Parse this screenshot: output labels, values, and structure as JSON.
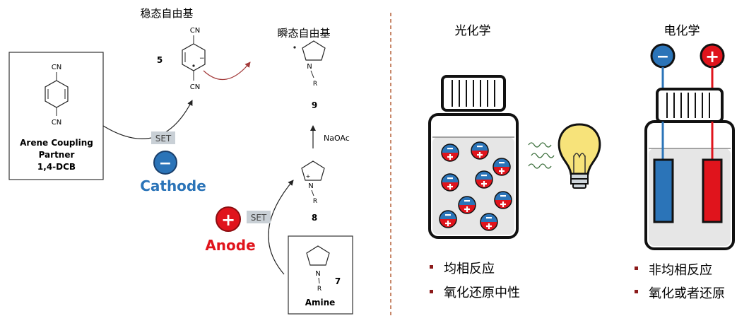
{
  "left_panel": {
    "stable_radical_label": "稳态自由基",
    "transient_radical_label": "瞬态自由基",
    "arene_box": {
      "cn_top": "CN",
      "cn_bottom": "CN",
      "title_line1": "Arene Coupling",
      "title_line2": "Partner",
      "title_line3": "1,4-DCB"
    },
    "compound_5": {
      "number": "5",
      "cn_top": "CN",
      "cn_bottom": "CN"
    },
    "compound_9": {
      "number": "9",
      "n_label": "N",
      "r_label": "R"
    },
    "compound_8": {
      "number": "8",
      "n_label": "N",
      "charge": "+",
      "r_label": "R"
    },
    "compound_7": {
      "number": "7",
      "n_label": "N",
      "r_label": "R",
      "name": "Amine"
    },
    "reagent": "NaOAc",
    "set_cathode": "SET",
    "set_anode": "SET",
    "cathode_label": "Cathode",
    "anode_label": "Anode",
    "minus_symbol": "−",
    "plus_symbol": "+"
  },
  "photochem": {
    "title": "光化学",
    "bullets": [
      "均相反应",
      "氧化还原中性"
    ]
  },
  "electrochem": {
    "title": "电化学",
    "bullets": [
      "非均相反应",
      "氧化或者还原"
    ],
    "minus_symbol": "−",
    "plus_symbol": "+"
  },
  "colors": {
    "cathode_blue": "#2b74b8",
    "anode_red": "#e0141c",
    "divider": "#b5623c",
    "set_bg": "#c9d0d6",
    "bulb_yellow": "#f7e37a",
    "bullet_marker": "#8b1a1a"
  }
}
